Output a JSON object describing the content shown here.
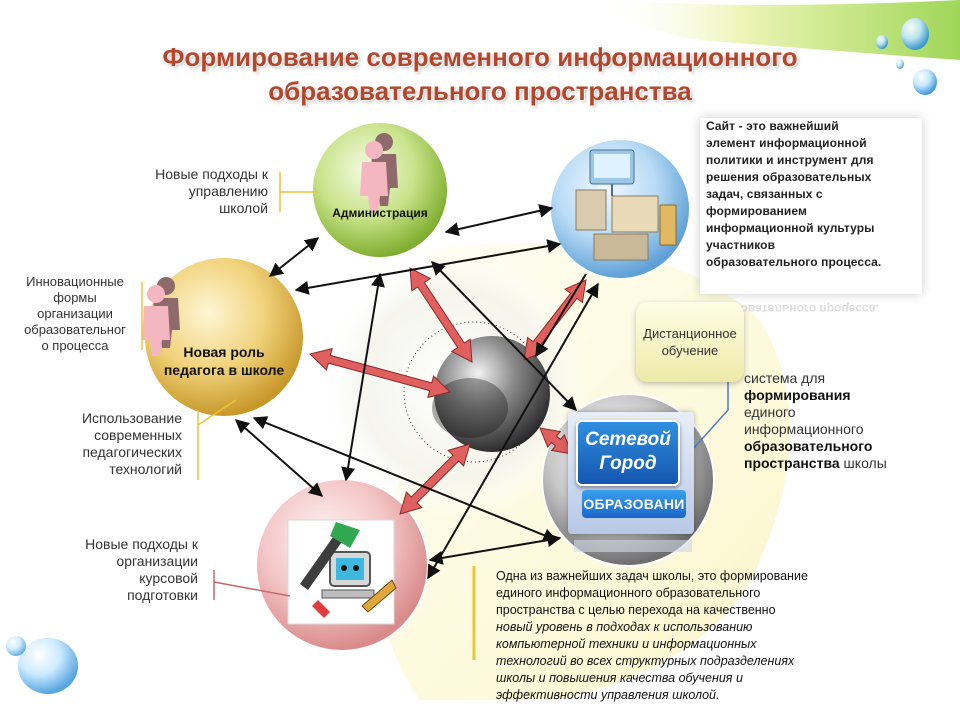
{
  "title": {
    "line1": "Формирование современного информационного",
    "line2": "образовательного пространства"
  },
  "nodes": {
    "administration": {
      "label": "Администрация"
    },
    "teacher": {
      "line1": "Новая роль",
      "line2": "педагога в школе"
    }
  },
  "notes": {
    "management": [
      "Новые подходы к",
      "управлению",
      "школой"
    ],
    "innovative": [
      "Инновационные",
      "формы",
      "организации",
      "образовательног",
      "о процесса"
    ],
    "technologies": [
      "Использование",
      "современных",
      "педагогических",
      "технологий"
    ],
    "courses": [
      "Новые подходы к",
      "организации",
      "курсовой",
      "подготовки"
    ]
  },
  "site_box": {
    "lines": [
      "Сайт  - это важнейший",
      "элемент информационной",
      "политики и инструмент для",
      "решения образовательных",
      "задач, связанных с",
      "формированием",
      "информационной культуры",
      "участников",
      "образовательного процесса."
    ],
    "reflection": "образовательного процесса."
  },
  "distance": {
    "line1": "Дистанционное",
    "line2": "обучение"
  },
  "network_note": {
    "line1": "система для",
    "line2": "формирования",
    "line3": "единого",
    "line4": "информационного",
    "line5": "образовательного",
    "line6a": "пространства",
    "line6b": " школы"
  },
  "logo": {
    "line1": "Сетевой",
    "line2": "Город",
    "line3": "ОБРАЗОВАНИ"
  },
  "bottom_text": {
    "lines": [
      "Одна из важнейших задач школы, это формирование",
      "единого информационного образовательного",
      "пространства с целью перехода на качественно",
      "новый уровень в подходах к использованию",
      "компьютерной техники и информационных",
      "технологий во всех структурных подразделениях",
      "школы и повышения качества обучения и",
      "эффективности управления школой."
    ]
  },
  "colors": {
    "title": "#b5452b",
    "arrow_red": "#e06060",
    "arrow_black": "#111111",
    "admin_sphere": "#a8d24a",
    "teacher_sphere": "#e9c04a",
    "site_sphere": "#8fc2ec",
    "network_sphere": "#9a9a9a",
    "courses_sphere": "#f1b2b2",
    "center_sphere": "#6a6a6a",
    "accent_line": "#e9c53a"
  }
}
